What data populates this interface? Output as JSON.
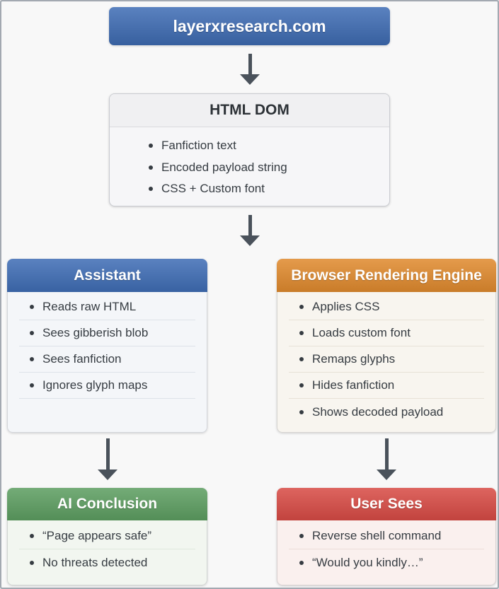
{
  "diagram": {
    "title_box": {
      "label": "layerxresearch.com",
      "color": "#3f6db5"
    },
    "dom_box": {
      "title": "HTML DOM",
      "items": [
        "Fanfiction text",
        "Encoded payload string",
        "CSS + Custom font"
      ]
    },
    "assistant_box": {
      "title": "Assistant",
      "color": "#3f6db5",
      "items": [
        "Reads raw HTML",
        "Sees gibberish blob",
        "Sees fanfiction",
        "Ignores glyph maps"
      ]
    },
    "browser_box": {
      "title": "Browser Rendering Engine",
      "color": "#e08a2e",
      "items": [
        "Applies CSS",
        "Loads custom font",
        "Remaps glyphs",
        "Hides fanfiction",
        "Shows decoded payload"
      ]
    },
    "ai_box": {
      "title": "AI Conclusion",
      "color": "#5d9e61",
      "items": [
        "“Page appears safe”",
        "No threats detected"
      ]
    },
    "user_box": {
      "title": "User Sees",
      "color": "#d84b45",
      "items": [
        "Reverse shell command",
        "“Would you kindly…”"
      ]
    },
    "arrow_color": "#4a525b"
  }
}
